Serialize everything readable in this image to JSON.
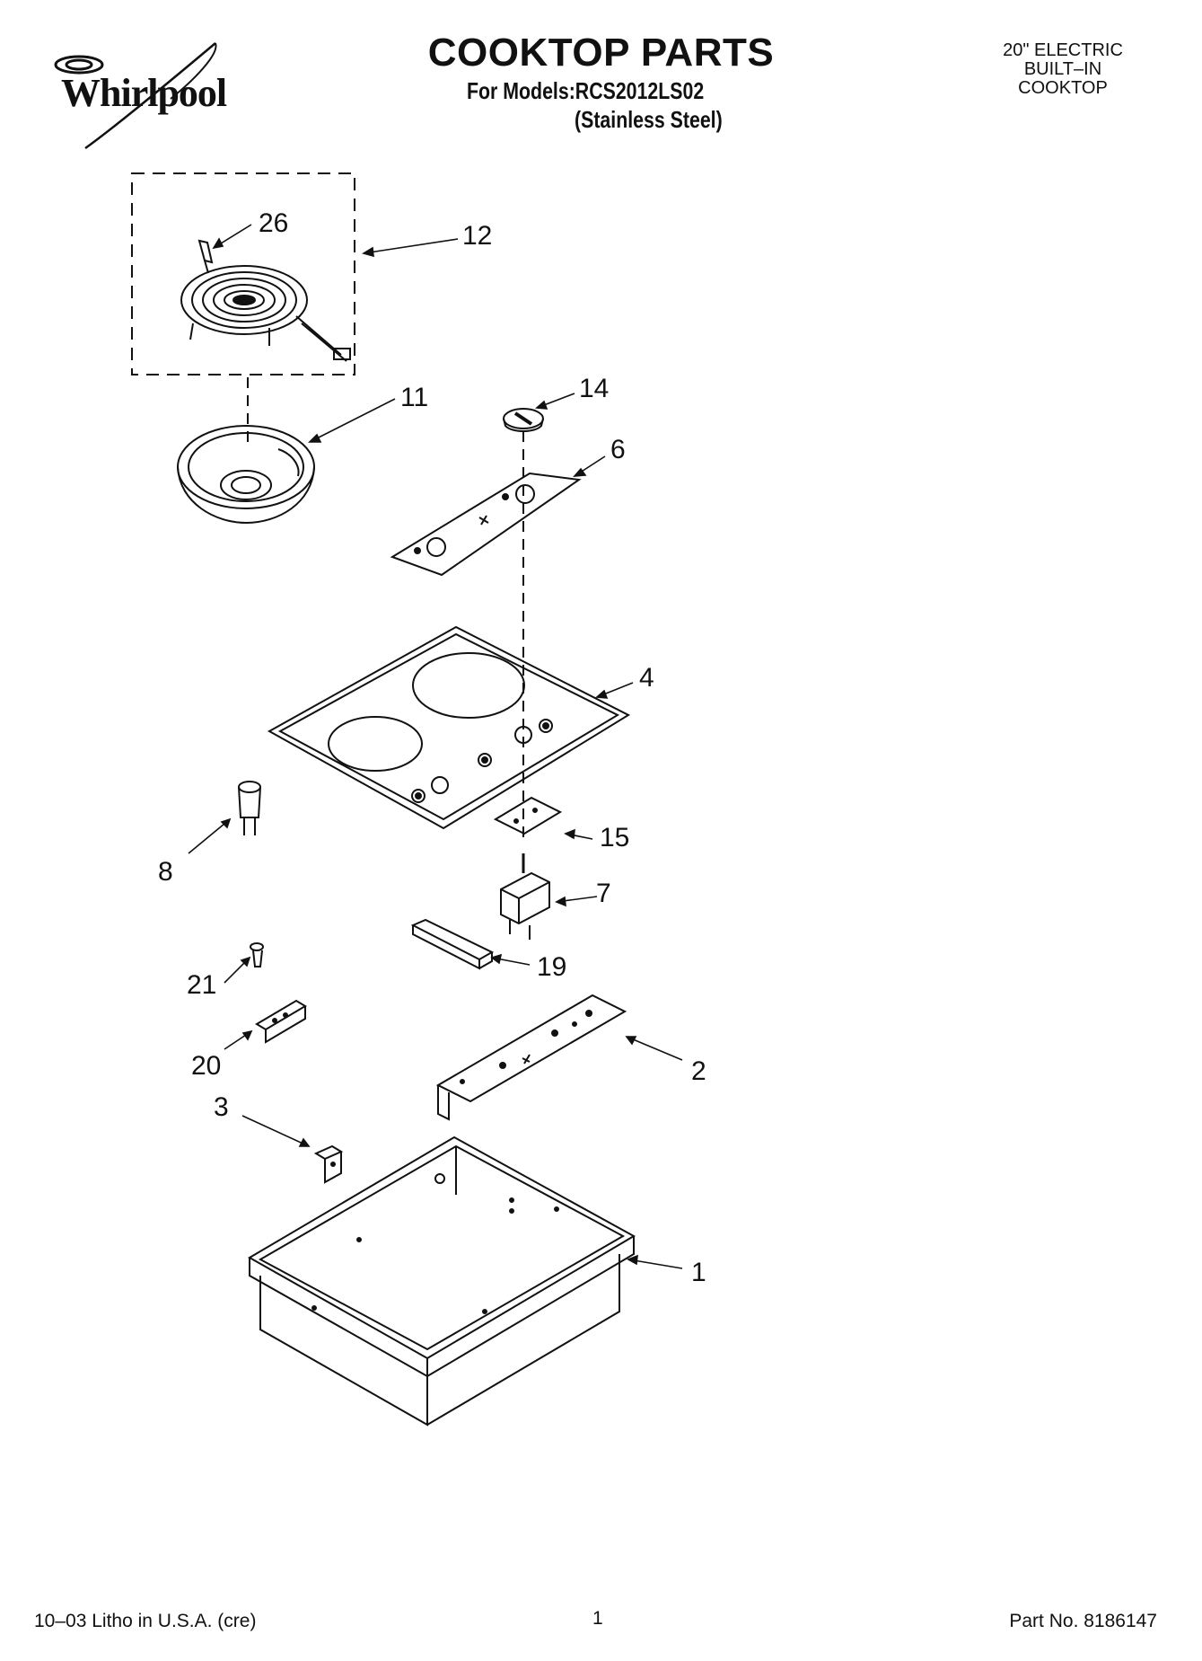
{
  "header": {
    "brand": "Whirlpool",
    "title": "COOKTOP PARTS",
    "models_line": "For Models:RCS2012LS02",
    "finish_line": "(Stainless Steel)",
    "product_type": [
      "20\" ELECTRIC",
      "BUILT–IN",
      "COOKTOP"
    ]
  },
  "callouts": {
    "c26": "26",
    "c12": "12",
    "c11": "11",
    "c14": "14",
    "c6": "6",
    "c4": "4",
    "c8": "8",
    "c15": "15",
    "c7": "7",
    "c21": "21",
    "c19": "19",
    "c20": "20",
    "c2": "2",
    "c3": "3",
    "c1": "1"
  },
  "footer": {
    "litho": "10–03 Litho in U.S.A. (cre)",
    "page_number": "1",
    "part_number": "Part No. 8186147"
  }
}
